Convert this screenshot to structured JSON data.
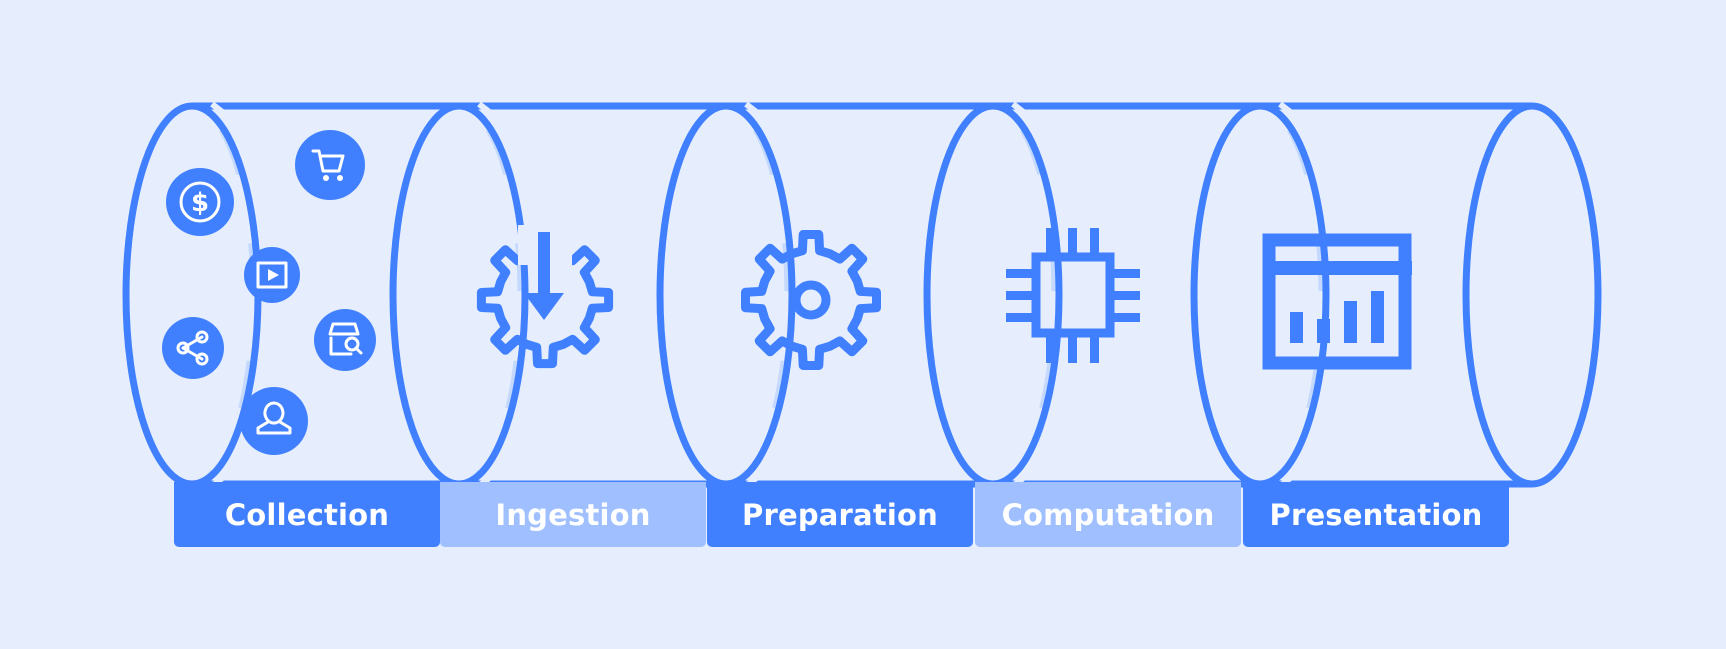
{
  "colors": {
    "background": "#e6eefe",
    "primary": "#4080ff",
    "light": "#9fbfff",
    "dash": "#c4d9fd",
    "icon_fg": "#ffffff"
  },
  "stages": [
    {
      "label": "Collection",
      "style": "primary",
      "icon": "data-sources-icons"
    },
    {
      "label": "Ingestion",
      "style": "light",
      "icon": "gear-download-icon"
    },
    {
      "label": "Preparation",
      "style": "primary",
      "icon": "gear-icon"
    },
    {
      "label": "Computation",
      "style": "light",
      "icon": "chip-icon"
    },
    {
      "label": "Presentation",
      "style": "primary",
      "icon": "dashboard-chart-icon"
    }
  ],
  "collection_icons": [
    "dollar-icon",
    "cart-icon",
    "video-play-icon",
    "share-icon",
    "store-search-icon",
    "user-icon"
  ]
}
